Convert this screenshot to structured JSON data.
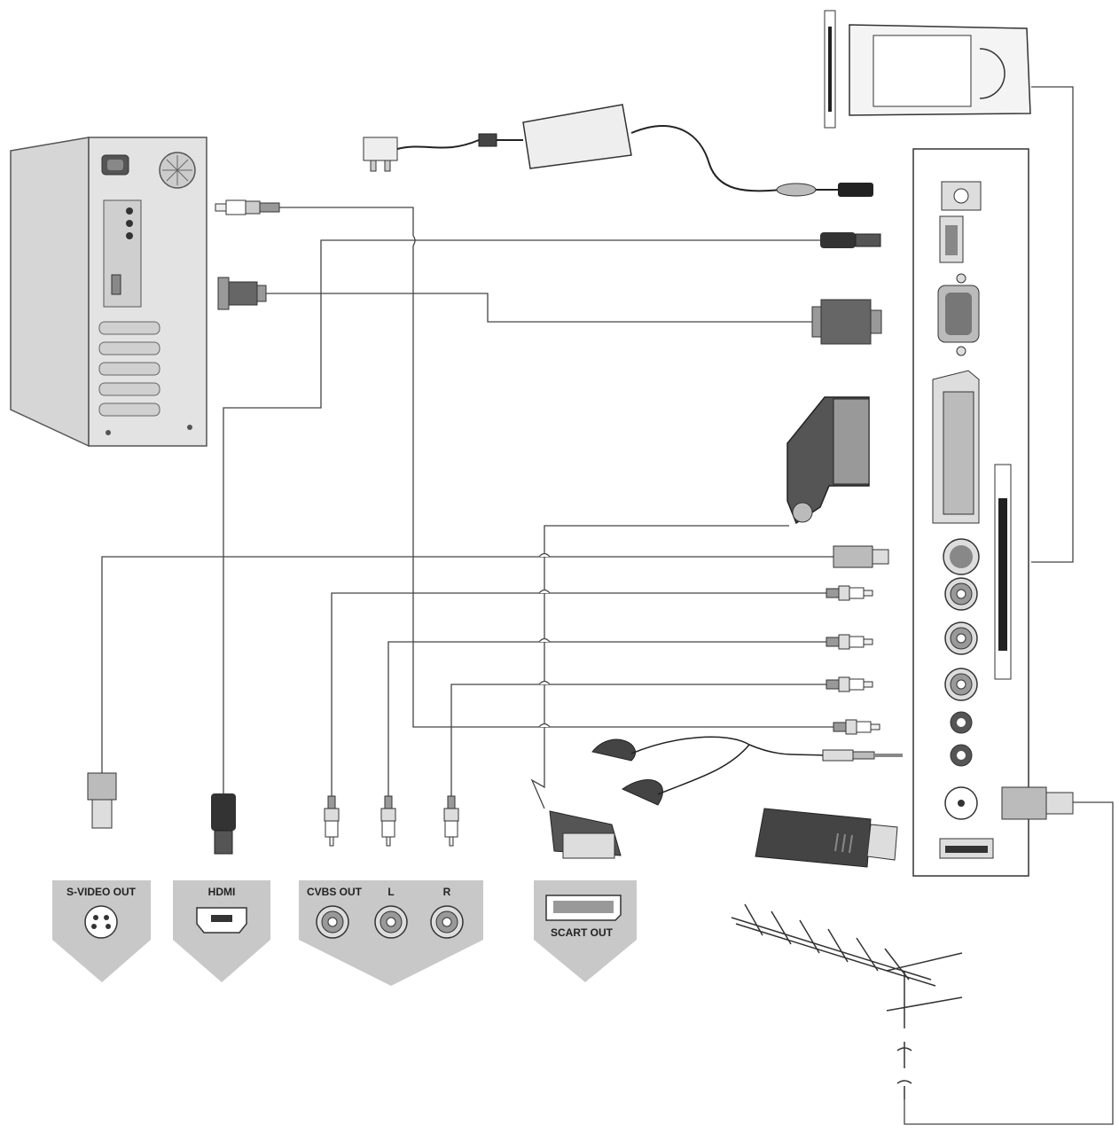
{
  "labels": {
    "svideo_out": "S-VIDEO OUT",
    "hdmi": "HDMI",
    "cvbs_out": "CVBS OUT",
    "audio_l": "L",
    "audio_r": "R",
    "scart_out": "SCART OUT"
  },
  "colors": {
    "panel_fill": "#c8c8c8",
    "device_fill": "#e3e3e3",
    "cable_stroke": "#444444",
    "connector_dark": "#4a4a4a"
  }
}
